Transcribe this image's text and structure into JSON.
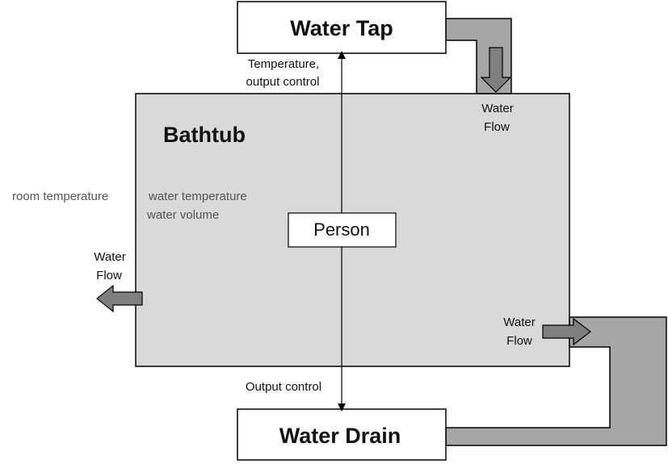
{
  "colors": {
    "tub_fill": "#d9d9d9",
    "pipe_fill": "#a6a6a6",
    "arrow_fill": "#7f7f7f",
    "stroke": "#000000"
  },
  "nodes": {
    "water_tap": "Water Tap",
    "bathtub": "Bathtub",
    "person": "Person",
    "water_drain": "Water Drain"
  },
  "labels": {
    "tap_control_line1": "Temperature,",
    "tap_control_line2": "output control",
    "drain_control": "Output control",
    "room_temperature": "room temperature",
    "water_temperature": "water temperature",
    "water_volume": "water volume",
    "inflow_line1": "Water",
    "inflow_line2": "Flow",
    "leak_line1": "Water",
    "leak_line2": "Flow",
    "drainflow_line1": "Water",
    "drainflow_line2": "Flow"
  }
}
